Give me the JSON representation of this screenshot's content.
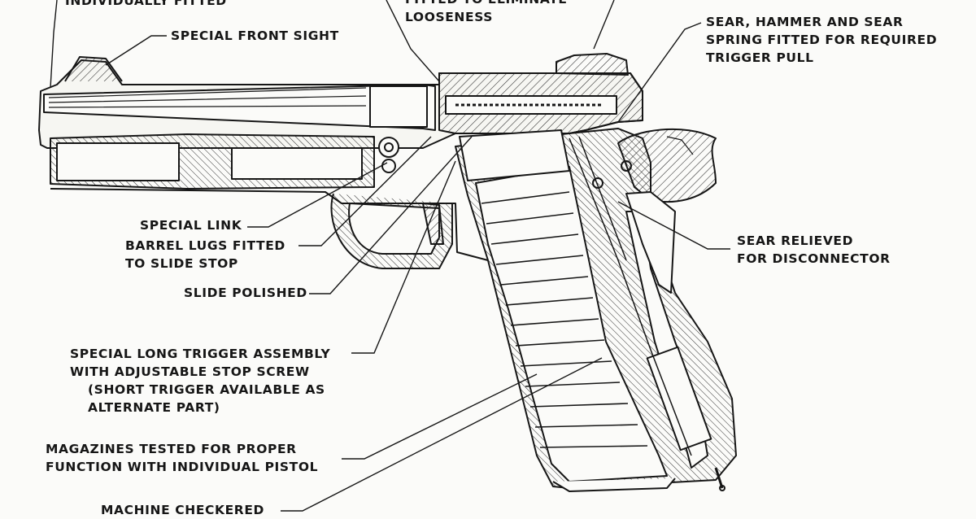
{
  "colors": {
    "ink": "#161616",
    "paper": "#fbfbf9",
    "hatch": "#2a2a2a"
  },
  "labels": {
    "individually_fitted": "INDIVIDUALLY FITTED",
    "fitted_eliminate_1": "FITTED TO ELIMINATE",
    "fitted_eliminate_2": "LOOSENESS",
    "front_sight": "SPECIAL FRONT SIGHT",
    "sear_1": "SEAR, HAMMER AND SEAR",
    "sear_2": "SPRING FITTED FOR REQUIRED",
    "sear_3": "TRIGGER PULL",
    "special_link": "SPECIAL LINK",
    "barrel_lugs_1": "BARREL LUGS FITTED",
    "barrel_lugs_2": "TO SLIDE STOP",
    "slide_polished": "SLIDE POLISHED",
    "sear_relieved_1": "SEAR RELIEVED",
    "sear_relieved_2": "FOR DISCONNECTOR",
    "trigger_1": "SPECIAL LONG TRIGGER ASSEMBLY",
    "trigger_2": "WITH ADJUSTABLE STOP SCREW",
    "trigger_3": "(SHORT TRIGGER AVAILABLE AS",
    "trigger_4": "ALTERNATE PART)",
    "magazines_1": "MAGAZINES TESTED FOR PROPER",
    "magazines_2": "FUNCTION WITH INDIVIDUAL PISTOL",
    "checkered": "MACHINE CHECKERED"
  }
}
